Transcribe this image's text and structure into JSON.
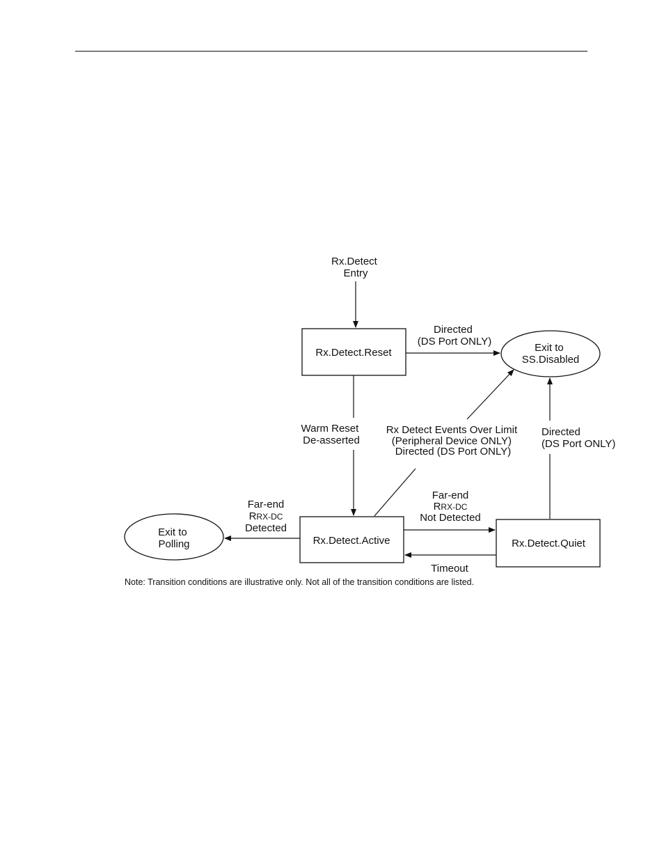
{
  "states": {
    "reset": "Rx.Detect.Reset",
    "active": "Rx.Detect.Active",
    "quiet": "Rx.Detect.Quiet"
  },
  "exits": {
    "disabled": [
      "Exit to",
      "SS.Disabled"
    ],
    "polling": [
      "Exit to",
      "Polling"
    ]
  },
  "entry": [
    "Rx.Detect",
    "Entry"
  ],
  "transitions": {
    "reset_to_disabled": [
      "Directed",
      "(DS Port ONLY)"
    ],
    "reset_to_active": [
      "Warm Reset",
      "De-asserted"
    ],
    "active_to_disabled": [
      "Rx Detect Events Over Limit",
      "(Peripheral Device ONLY)",
      "Directed (DS Port ONLY)"
    ],
    "quiet_to_disabled": [
      "Directed",
      "(DS Port ONLY)"
    ],
    "active_to_quiet": {
      "line1": "Far-end",
      "r_main": "R",
      "r_sub": "RX-DC",
      "line3": "Not Detected"
    },
    "active_to_polling": {
      "line1": "Far-end",
      "r_main": "R",
      "r_sub": "RX-DC",
      "line3": "Detected"
    },
    "quiet_to_active": "Timeout"
  },
  "note": "Note: Transition conditions are illustrative only.  Not all of the transition conditions are listed."
}
